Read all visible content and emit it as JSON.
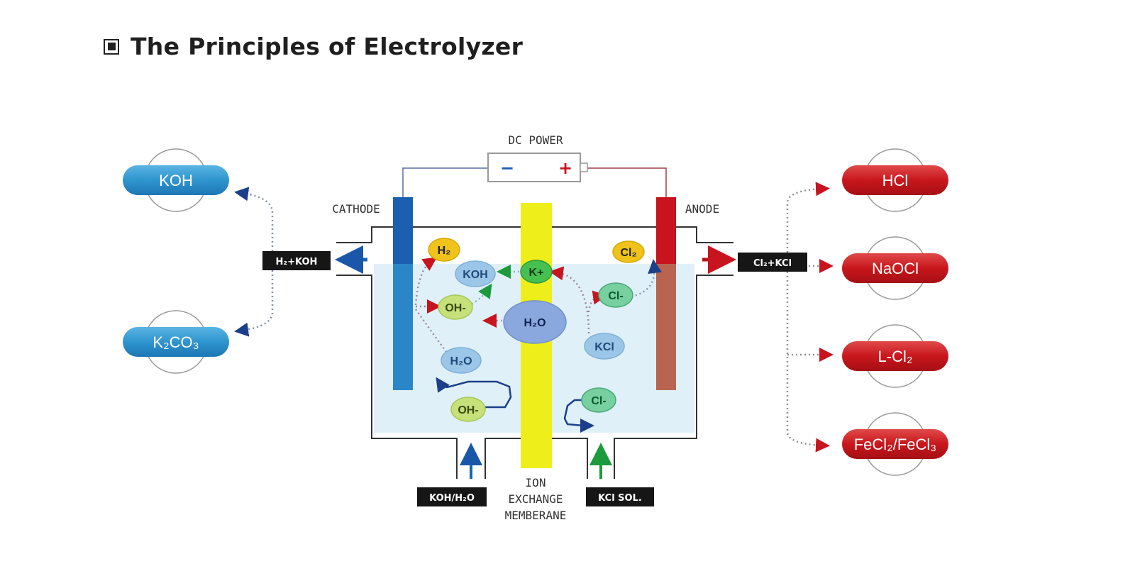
{
  "page": {
    "title": "The Principles of Electrolyzer",
    "title_icon": "square-bullet-icon"
  },
  "diagram": {
    "power": {
      "label": "DC POWER",
      "minus": "−",
      "plus": "+"
    },
    "cathode_label": "CATHODE",
    "anode_label": "ANODE",
    "membrane_label": [
      "ION",
      "EXCHANGE",
      "MEMBERANE"
    ],
    "outputs": {
      "left_box": "H₂+KOH",
      "right_box": "Cl₂+KCl"
    },
    "inputs": {
      "left_box": "KOH/H₂O",
      "right_box": "KCl SOL."
    },
    "left_products": [
      "KOH",
      "K₂CO₃"
    ],
    "right_products": [
      "HCl",
      "NaOCl",
      "L-Cl₂",
      "FeCl₂/FeCl₃"
    ],
    "molecules": {
      "h2": "H₂",
      "koh": "KOH",
      "oh1": "OH-",
      "h2o_small": "H₂O",
      "oh2": "OH-",
      "k_plus": "K+",
      "h2o_big": "H₂O",
      "cl2": "Cl₂",
      "cl1": "Cl-",
      "kcl": "KCl",
      "cl2_ion": "Cl-"
    },
    "colors": {
      "cathode": "#1a5fb0",
      "cathode_submerged": "#2a86c8",
      "anode": "#c8141e",
      "anode_submerged": "#b86450",
      "membrane": "#eeee1a",
      "electrolyte": "#dff0f8",
      "blue_pill": "#2f95cf",
      "red_pill": "#c8171d",
      "blue_arrow": "#1566b4",
      "red_arrow": "#b5141c",
      "green_arrow": "#1c9a3c"
    }
  }
}
